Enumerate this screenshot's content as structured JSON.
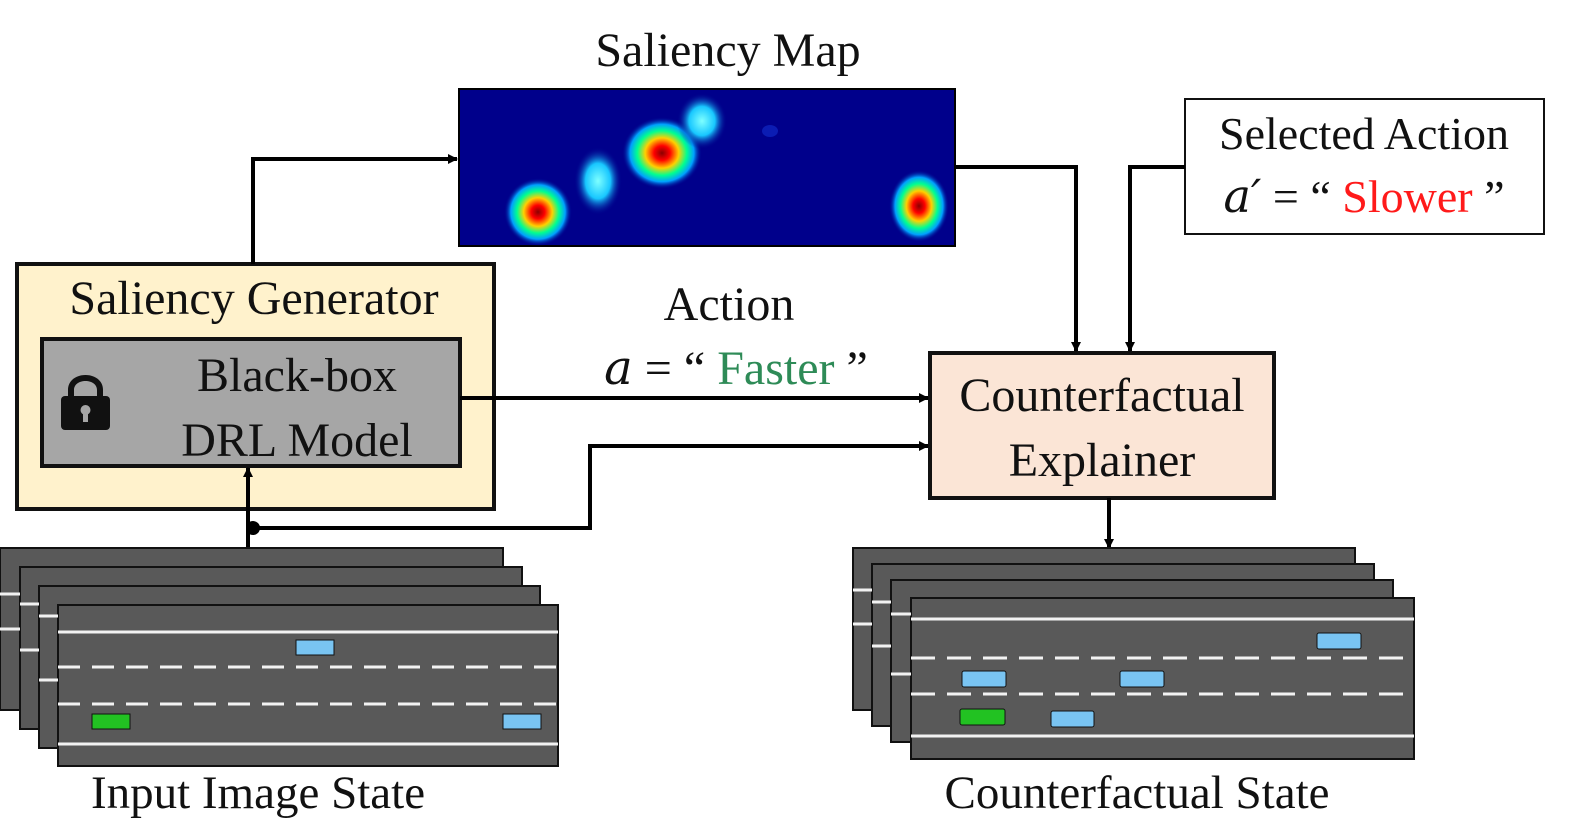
{
  "saliency_map": {
    "title": "Saliency Map"
  },
  "saliency_generator": {
    "title": "Saliency Generator",
    "inner_line1": "Black-box",
    "inner_line2": "DRL Model",
    "lock_icon": "lock-icon"
  },
  "action": {
    "label": "Action",
    "symbol": "a",
    "equals": " = ",
    "open_quote": "“",
    "value": "Faster",
    "close_quote": "”",
    "value_color": "#2e8b57"
  },
  "selected_action": {
    "line1": "Selected Action",
    "symbol": "a′",
    "equals": " = ",
    "open_quote": "“",
    "value": "Slower",
    "close_quote": "”",
    "value_color": "#ff1a1a"
  },
  "explainer": {
    "line1": "Counterfactual",
    "line2": "Explainer"
  },
  "input_state": {
    "label": "Input Image State"
  },
  "counterfactual_state": {
    "label": "Counterfactual State"
  },
  "colors": {
    "generator_fill": "#fff2cc",
    "drl_fill": "#a6a6a6",
    "explainer_fill": "#fbe5d6",
    "road": "#595959",
    "car_blue": "#79c4f2",
    "car_green": "#22c222",
    "heatmap_bg": "#00008b"
  }
}
